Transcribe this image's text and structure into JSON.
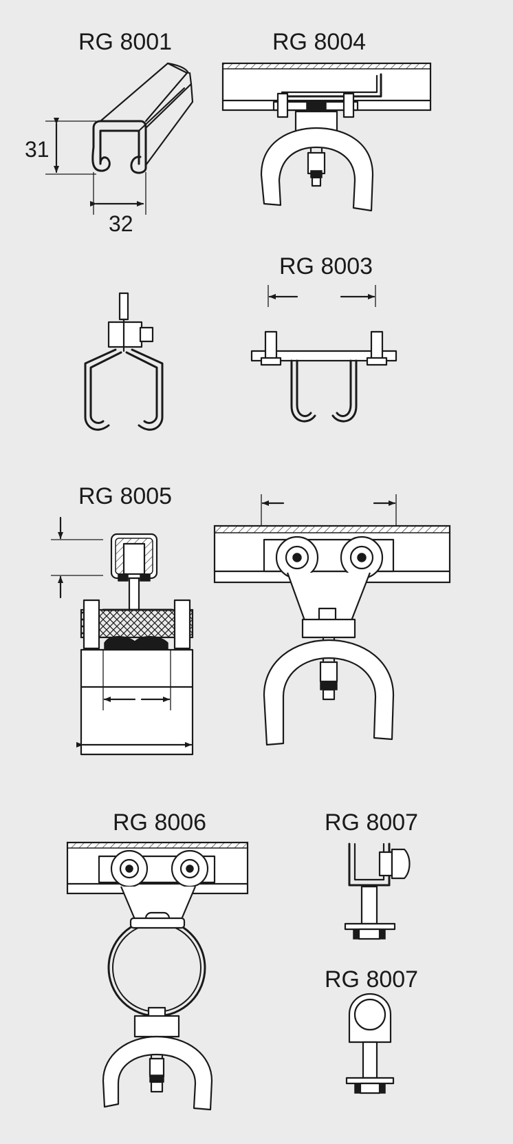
{
  "labels": {
    "rg8001": "RG 8001",
    "rg8004": "RG 8004",
    "rg8003": "RG 8003",
    "rg8005": "RG 8005",
    "rg8006": "RG 8006",
    "rg8007_top": "RG 8007",
    "rg8007_bottom": "RG 8007"
  },
  "dimensions": {
    "height": "31",
    "width": "32"
  },
  "colors": {
    "background": "#ebebeb",
    "ink": "#1a1a1a",
    "paper": "#ffffff"
  }
}
